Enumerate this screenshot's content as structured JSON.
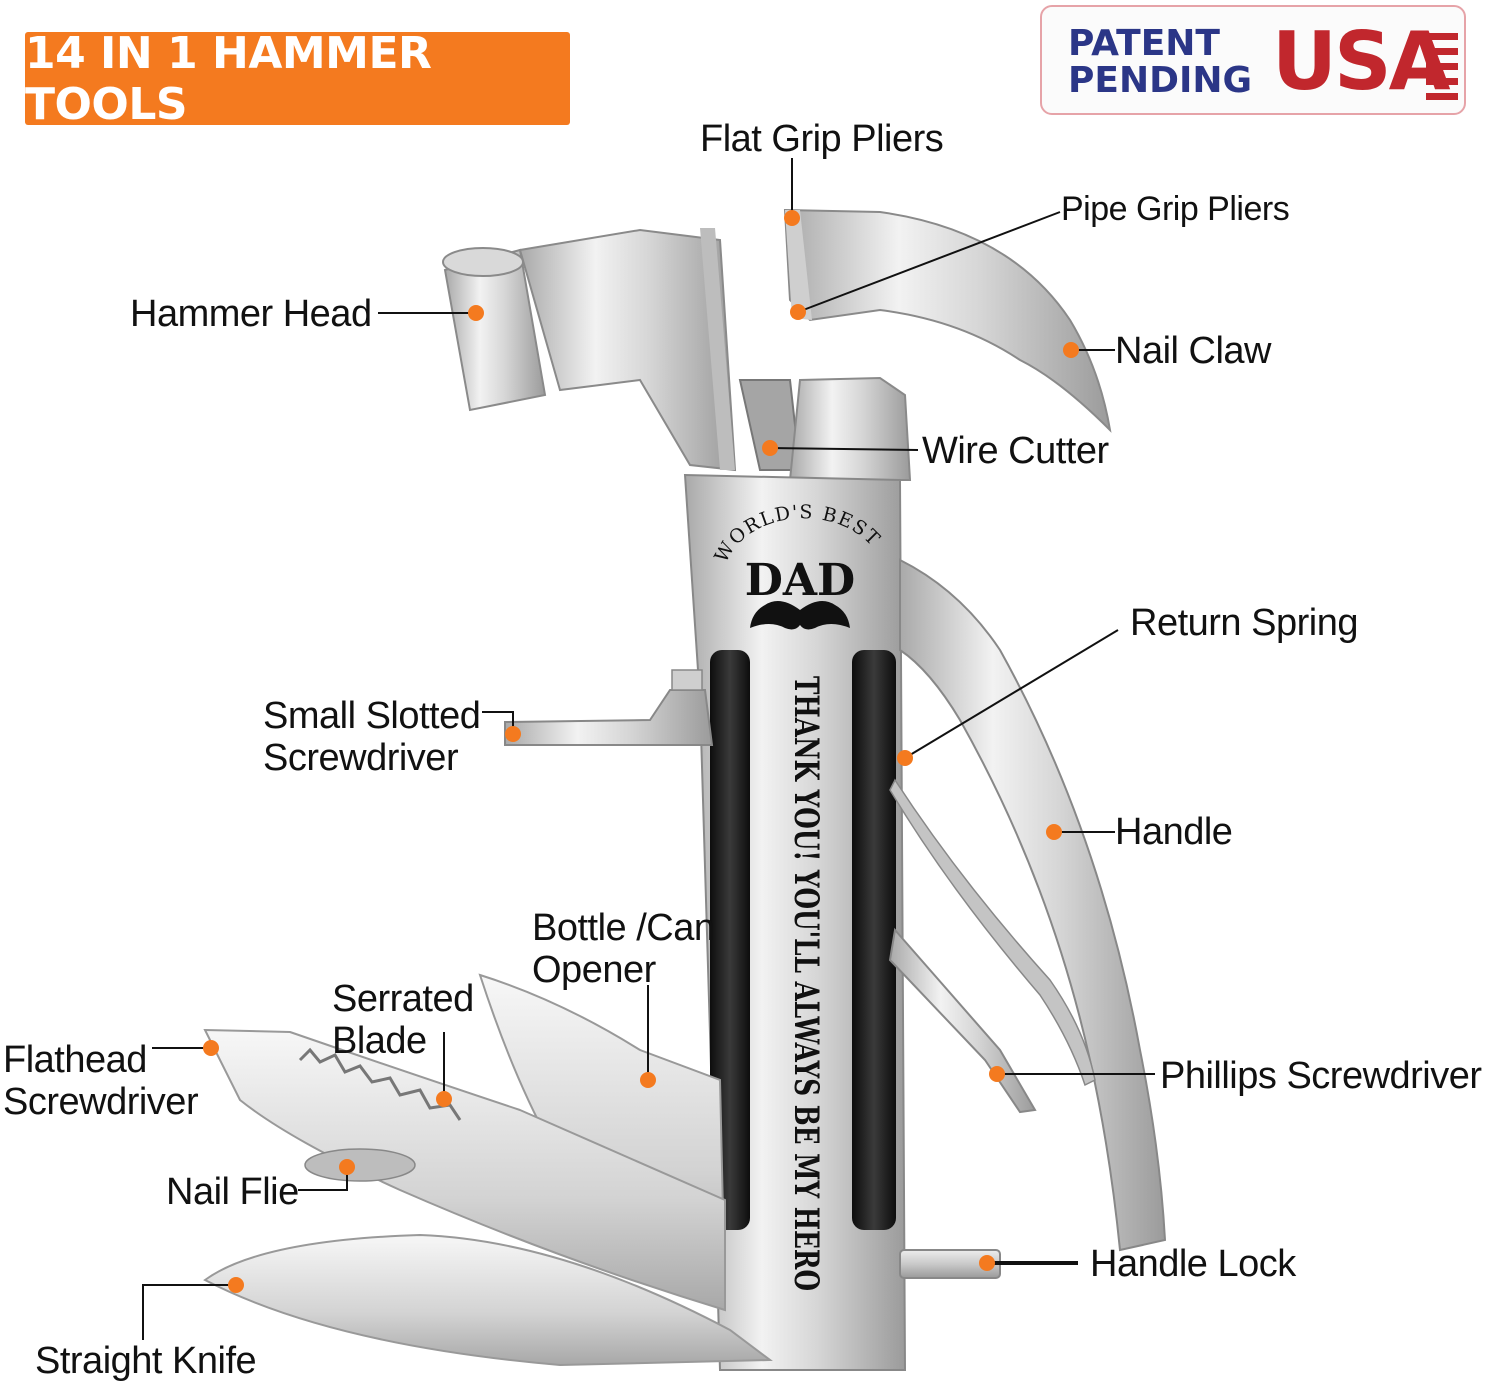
{
  "title": "14 IN 1 HAMMER TOOLS",
  "badge": {
    "line1": "PATENT",
    "line2": "PENDING",
    "country": "USA"
  },
  "engraving": {
    "arc": "WORLD'S BEST",
    "name": "DAD",
    "message": "THANK YOU! YOU'LL ALWAYS BE MY HERO"
  },
  "labels": {
    "flat_grip_pliers": "Flat Grip Pliers",
    "pipe_grip_pliers": "Pipe Grip Pliers",
    "hammer_head": "Hammer Head",
    "nail_claw": "Nail Claw",
    "wire_cutter": "Wire Cutter",
    "return_spring": "Return Spring",
    "small_slotted_1": "Small Slotted",
    "small_slotted_2": "Screwdriver",
    "handle": "Handle",
    "bottle_opener_1": "Bottle /Can",
    "bottle_opener_2": "Opener",
    "serrated_blade_1": "Serrated",
    "serrated_blade_2": "Blade",
    "flathead_1": "Flathead",
    "flathead_2": "Screwdriver",
    "phillips": "Phillips Screwdriver",
    "nail_file": "Nail Flie",
    "handle_lock": "Handle Lock",
    "straight_knife": "Straight Knife"
  },
  "colors": {
    "accent": "#f47a1f",
    "dot": "#f47a1f",
    "navy": "#2b3687",
    "red": "#c1272d"
  }
}
